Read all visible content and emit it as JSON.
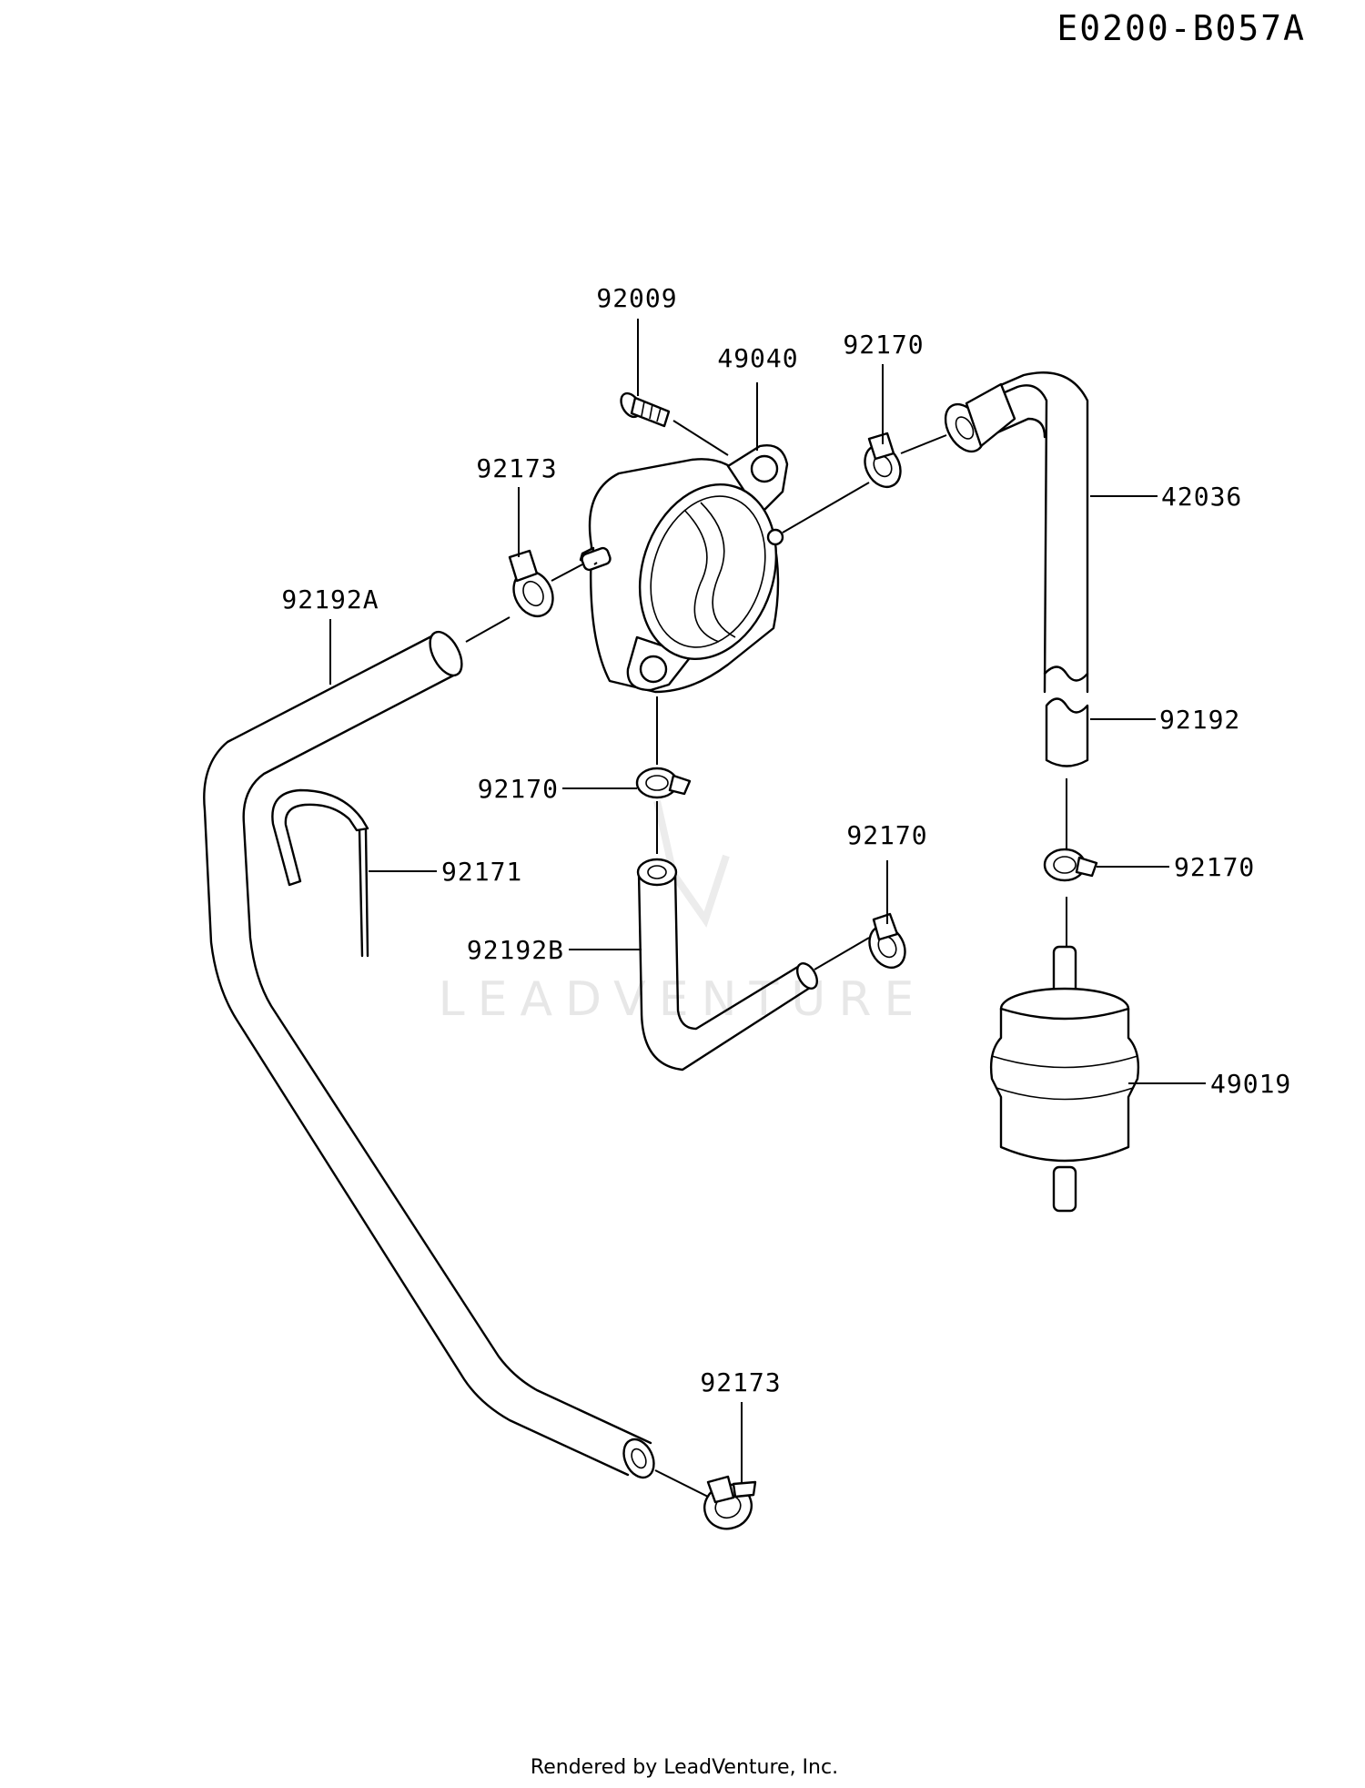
{
  "diagram_code": "E0200-B057A",
  "watermark": "LEADVENTURE",
  "footer": "Rendered by LeadVenture, Inc.",
  "labels": {
    "bolt": "92009",
    "fuel_pump": "49040",
    "clamp_pump_outlet": "92170",
    "hose_top_right": "42036",
    "clamp_pump_inlet": "92173",
    "hose_a": "92192A",
    "clamp_pump_bottom": "92170",
    "clip": "92171",
    "clamp_hose_b_end": "92170",
    "hose_b": "92192B",
    "hose_short": "92192",
    "clamp_filter_top": "92170",
    "fuel_filter": "49019",
    "clamp_hose_a_bottom": "92173"
  }
}
